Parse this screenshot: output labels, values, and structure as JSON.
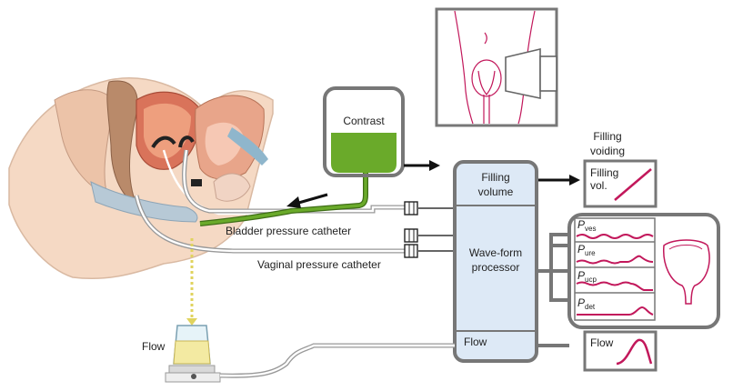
{
  "labels": {
    "contrast": "Contrast",
    "filling_voiding_1": "Filling",
    "filling_voiding_2": "voiding",
    "filling_volume_1": "Filling",
    "filling_volume_2": "volume",
    "waveform_1": "Wave-form",
    "waveform_2": "processor",
    "flow_processor": "Flow",
    "filling_vol_1": "Filling",
    "filling_vol_2": "vol.",
    "bladder_catheter": "Bladder pressure catheter",
    "vaginal_catheter": "Vaginal pressure catheter",
    "flow_beaker": "Flow",
    "flow_graph": "Flow"
  },
  "pressure_traces": [
    {
      "symbol": "P",
      "subscript": "ves"
    },
    {
      "symbol": "P",
      "subscript": "ure"
    },
    {
      "symbol": "P",
      "subscript": "ucp"
    },
    {
      "symbol": "P",
      "subscript": "det"
    }
  ],
  "colors": {
    "contrast_fluid": "#6aaa2a",
    "trace": "#c2185b",
    "processor_fill": "#dde9f6",
    "urine": "#f3eaa2",
    "tissue": "#e39a78"
  }
}
